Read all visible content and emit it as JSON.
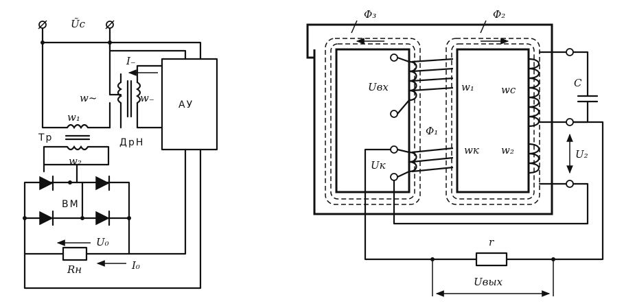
{
  "left_circuit": {
    "labels": {
      "supply_voltage": "Ũc",
      "dc_current": "I₋",
      "winding_ac": "w~",
      "winding_dc": "w₋",
      "amplifier": "АУ",
      "winding_1": "w₁",
      "transformer": "Тр",
      "choke": "ДрН",
      "winding_2": "w₂",
      "rectifier": "ВМ",
      "output_voltage": "U₀",
      "load_resistor": "Rн",
      "load_current": "I₀"
    }
  },
  "right_circuit": {
    "labels": {
      "flux_3": "Φ₃",
      "flux_2": "Φ₂",
      "flux_1": "Φ₁",
      "input_voltage": "Uвх",
      "winding_1": "w₁",
      "winding_c": "wc",
      "capacitor": "C",
      "control_voltage": "Uк",
      "winding_k": "wк",
      "winding_2": "w₂",
      "voltage_2": "U₂",
      "resistor": "r",
      "output_voltage": "Uвых"
    }
  }
}
